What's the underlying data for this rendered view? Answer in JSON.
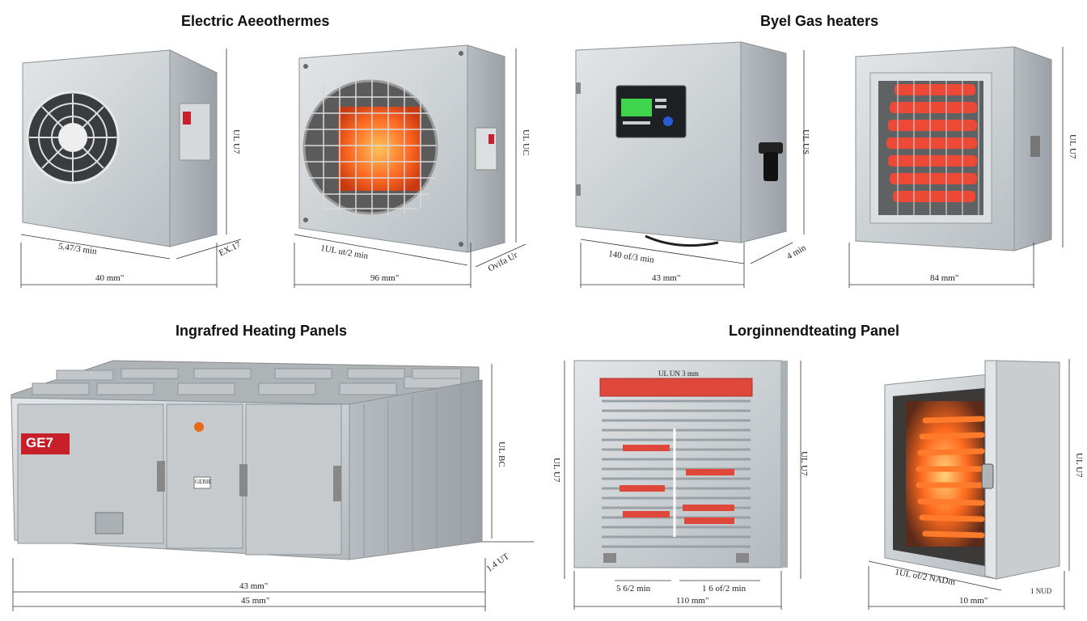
{
  "titles": {
    "electric": "Electric Aeeothermes",
    "gas": "Byel Gas heaters",
    "infrared": "Ingrafred Heating Panels",
    "long_panel": "Lorginnendteating Panel"
  },
  "units": {
    "fan_heater": {
      "depth": "5.47/3 min",
      "width": "40 mm\"",
      "height": "UL U7",
      "side": "EX.17"
    },
    "grid_heater": {
      "depth": "1UL ut/2 min",
      "width": "96 mm\"",
      "height": "UL UC",
      "side": "Ovifa Ur"
    },
    "control_cabinet": {
      "depth": "140 of/3 min",
      "width": "43 mm\"",
      "height": "UL US",
      "side": "4 min"
    },
    "red_element": {
      "width": "84 mm\"",
      "height": "UL U7"
    },
    "industrial_unit": {
      "brand": "GE7",
      "warn": "GEBIE",
      "height": "UL BC",
      "side": "1.4 UT",
      "width_a": "43 mm\"",
      "width_b": "45 mm\""
    },
    "radiant_panel": {
      "top": "UL UN 3 mm",
      "left": "UL U7",
      "right": "UL U7",
      "depth_a": "5 6/2 min",
      "depth_b": "1 6 of/2 min",
      "width": "110 mm\""
    },
    "door_panel": {
      "height": "UL U7",
      "depth": "1UL of/2 NADm",
      "side": "1 NUD",
      "width": "10 mm\""
    }
  },
  "colors": {
    "metal": "#c9cdd0",
    "metal_dark": "#9ea4a8",
    "glow": "#ff5a1f",
    "glow_core": "#ffb347",
    "red_bar": "#e0473b",
    "screen": "#3fd44b",
    "brand_red": "#c8202a"
  }
}
